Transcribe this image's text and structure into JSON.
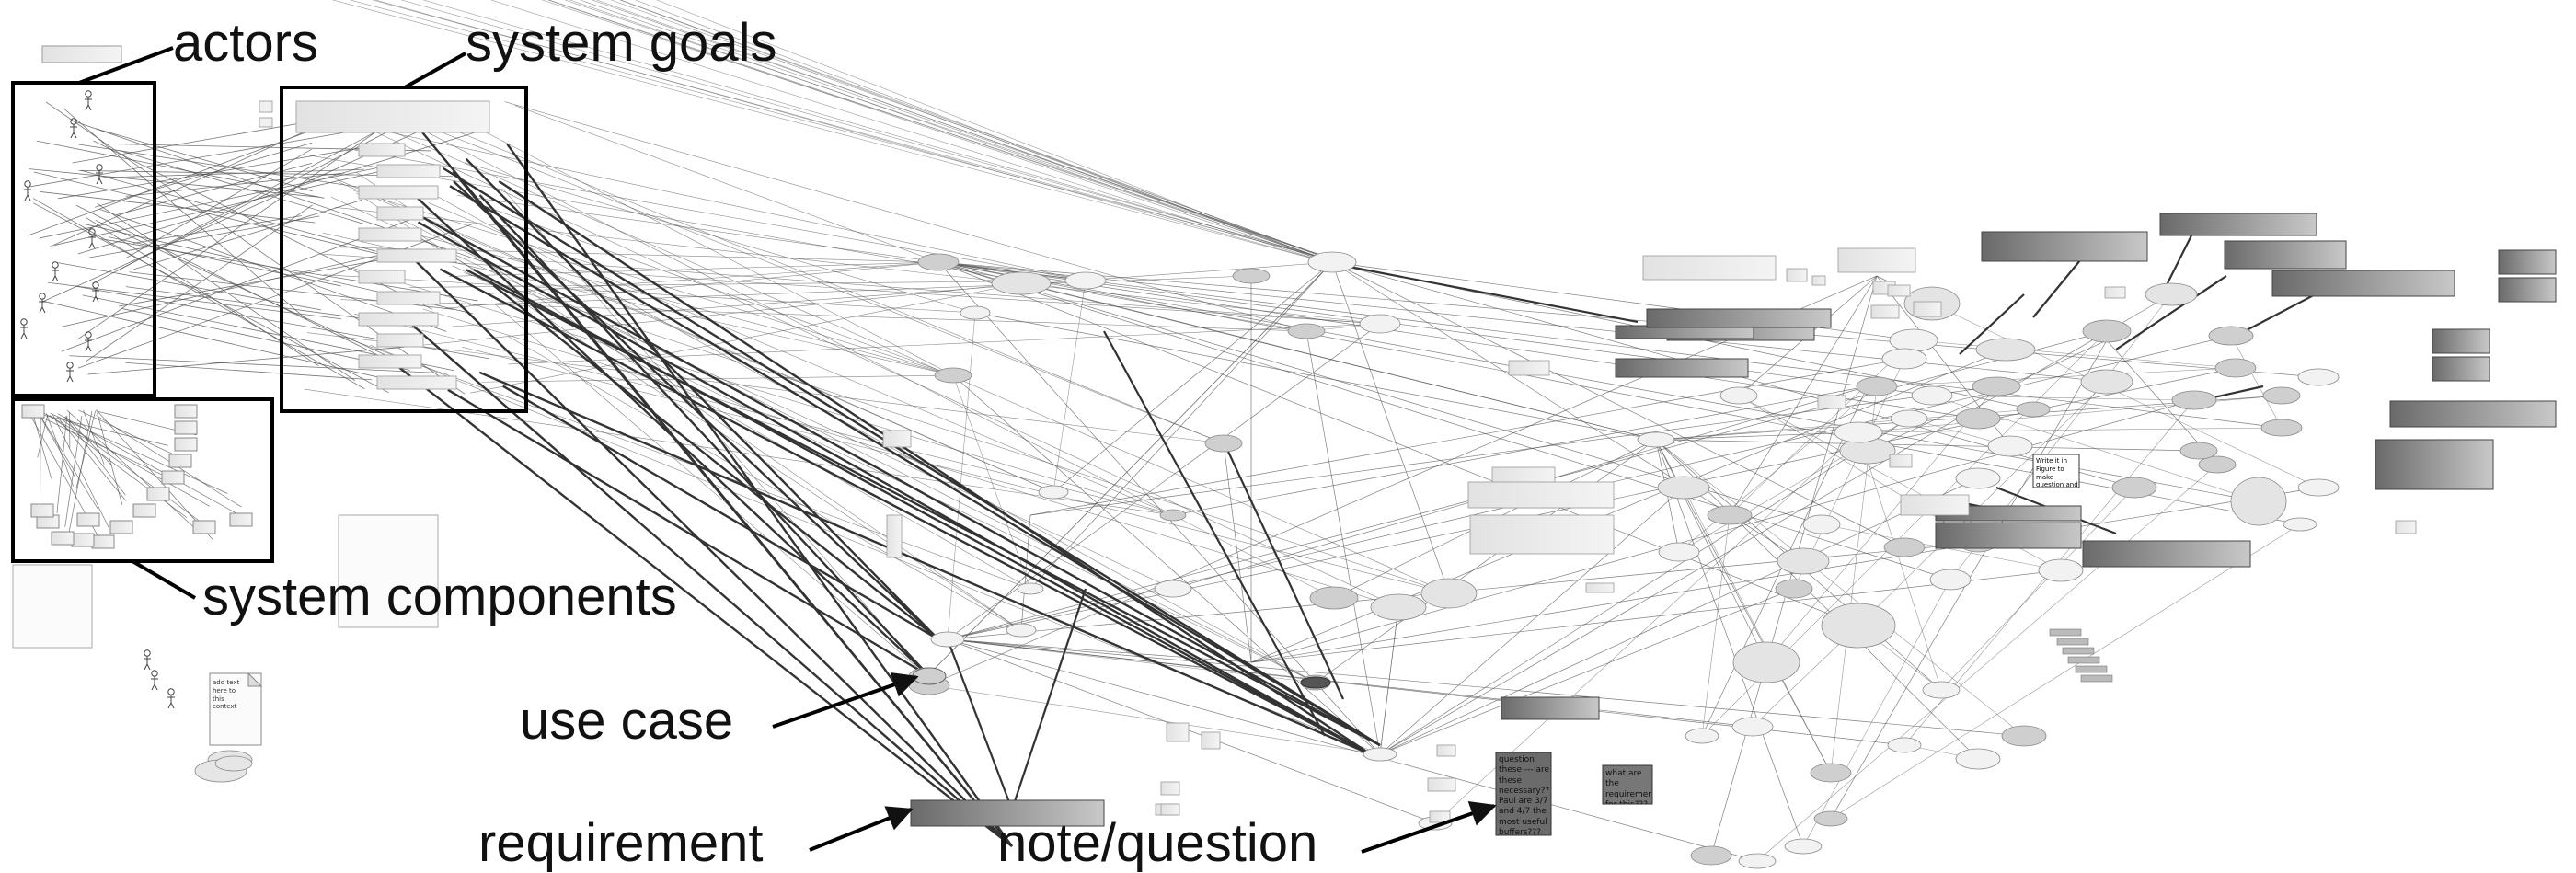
{
  "callouts": {
    "actors": "actors",
    "system_goals": "system goals",
    "system_components": "system components",
    "use_case": "use case",
    "requirement": "requirement",
    "note_question": "note/question"
  },
  "notes": {
    "question_more": "question\nthese --- are\nthese\nnecessary???\nPaul are 3/7\nand 4/7 the\nmost useful\nbuffers???",
    "requirements_question": "what are the\nrequirements\nfor this???",
    "add_text": "add text here to this\ncontext",
    "write_test": "Write it in\nFigure to make\nquestion and\nmeasure"
  },
  "colors": {
    "line": "#555555",
    "thick_line": "#333333",
    "node_fill": "#d9d9d9",
    "box_stroke": "#000000",
    "requirement_dark": "#7a7a7a",
    "requirement_light": "#d6d6d6",
    "note_fill": "#666666"
  }
}
